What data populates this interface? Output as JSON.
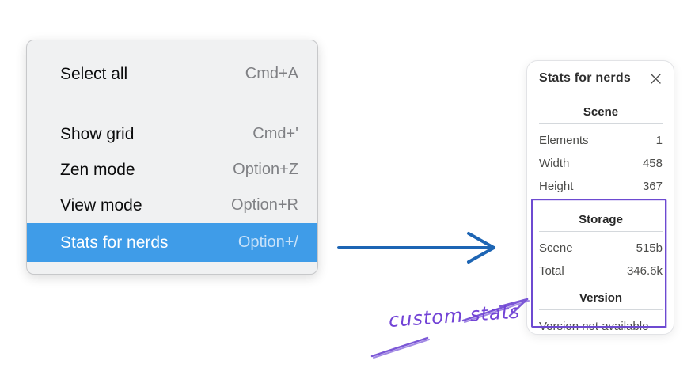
{
  "context_menu": {
    "items": [
      {
        "label": "Select all",
        "shortcut": "Cmd+A",
        "selected": false
      },
      {
        "label": "Show grid",
        "shortcut": "Cmd+'",
        "selected": false
      },
      {
        "label": "Zen mode",
        "shortcut": "Option+Z",
        "selected": false
      },
      {
        "label": "View mode",
        "shortcut": "Option+R",
        "selected": false
      },
      {
        "label": "Stats for nerds",
        "shortcut": "Option+/",
        "selected": true
      }
    ]
  },
  "stats_panel": {
    "title": "Stats for nerds",
    "close_icon": "x-close",
    "scene_section": {
      "heading": "Scene",
      "rows": [
        {
          "label": "Elements",
          "value": "1"
        },
        {
          "label": "Width",
          "value": "458"
        },
        {
          "label": "Height",
          "value": "367"
        }
      ]
    },
    "storage_section": {
      "heading": "Storage",
      "rows": [
        {
          "label": "Scene",
          "value": "515b"
        },
        {
          "label": "Total",
          "value": "346.6k"
        }
      ]
    },
    "version_section": {
      "heading": "Version",
      "note": "Version not available"
    }
  },
  "annotation": {
    "label": "custom stats"
  },
  "colors": {
    "menu_highlight": "#3f9ce8",
    "menu_background": "#f0f1f2",
    "arrow_blue": "#1d65b4",
    "annotation_purple": "#7243d6",
    "box_purple": "#6d4ad1"
  }
}
